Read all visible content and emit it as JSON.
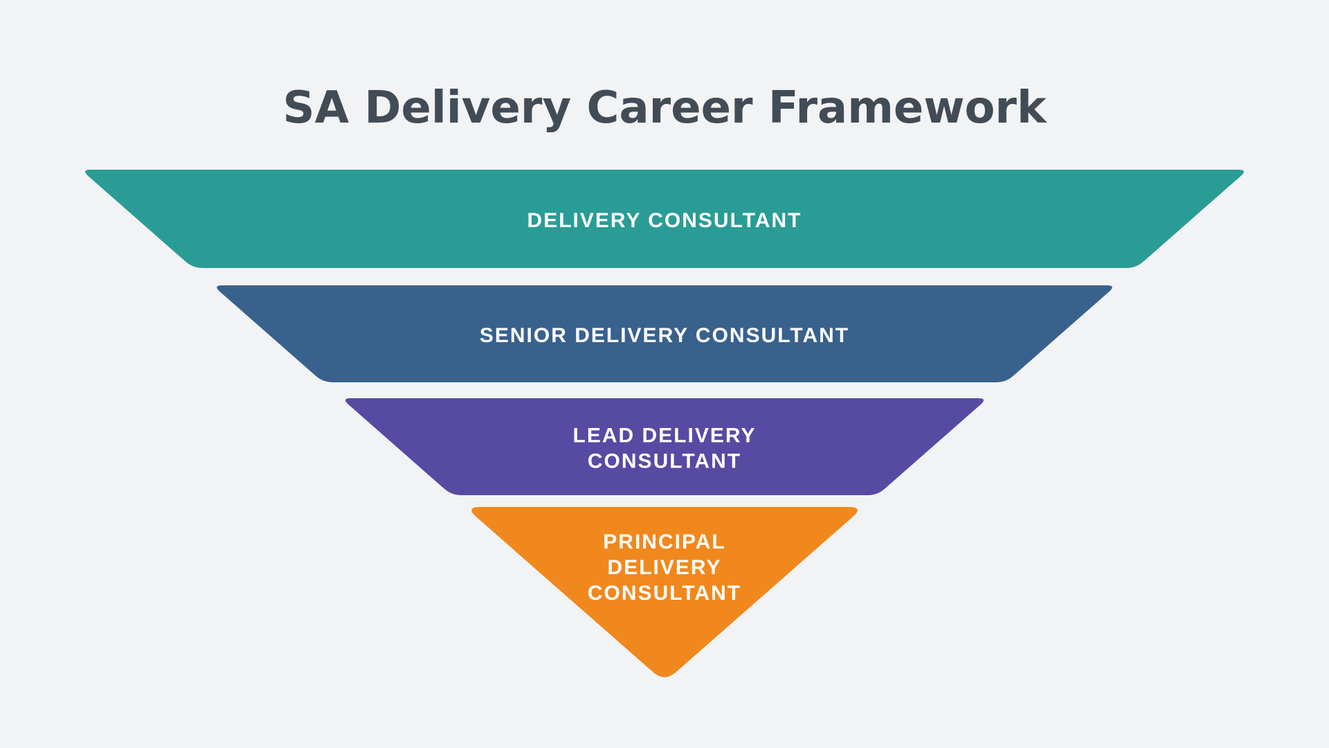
{
  "page": {
    "background_color": "#f2f3f4"
  },
  "title": {
    "text": "SA Delivery Career Framework",
    "color": "#424c56"
  },
  "funnel": {
    "type": "inverted-pyramid",
    "label_color": "#ffffff",
    "levels": [
      {
        "label": "DELIVERY CONSULTANT",
        "lines": [
          "DELIVERY CONSULTANT"
        ],
        "color": "#2a9c96"
      },
      {
        "label": "SENIOR DELIVERY CONSULTANT",
        "lines": [
          "SENIOR DELIVERY CONSULTANT"
        ],
        "color": "#39618d"
      },
      {
        "label": "LEAD DELIVERY CONSULTANT",
        "lines": [
          "LEAD DELIVERY",
          "CONSULTANT"
        ],
        "color": "#574aa3"
      },
      {
        "label": "PRINCIPAL DELIVERY CONSULTANT",
        "lines": [
          "PRINCIPAL",
          "DELIVERY",
          "CONSULTANT"
        ],
        "color": "#f1881d"
      }
    ]
  }
}
